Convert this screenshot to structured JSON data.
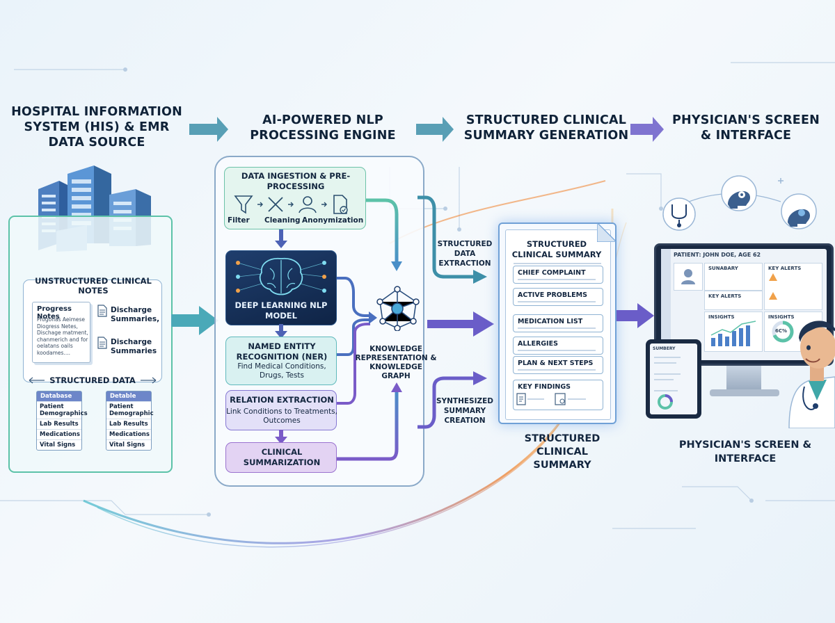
{
  "headers": {
    "his": "HOSPITAL INFORMATION SYSTEM (HIS) & EMR DATA SOURCE",
    "nlp": "AI-POWERED NLP PROCESSING ENGINE",
    "summary_gen": "STRUCTURED CLINICAL SUMMARY GENERATION",
    "physician": "PHYSICIAN'S SCREEN & INTERFACE"
  },
  "his": {
    "unstructured_title": "UNSTRUCTURED CLINICAL NOTES",
    "progress_notes": "Progress Notes",
    "progress_note_lines": [
      "Progonas Aeimese",
      "Diogress Netes,",
      "Dischage matment,",
      "chanmerich and for",
      "oelatans oails",
      "koodames...."
    ],
    "discharge_1": "Discharge Summaries,",
    "discharge_2": "Discharge Summaries",
    "structured_title": "STRUCTURED DATA",
    "table1_header": "Database",
    "table1_rows": [
      "Patient Demographics",
      "Lab Results",
      "Medications",
      "Vital Signs"
    ],
    "table2_header": "Detable",
    "table2_rows": [
      "Patient Demographic",
      "Lab Results",
      "Medications",
      "Vital Signs"
    ]
  },
  "nlp": {
    "ingestion": "DATA INGESTION & PRE-PROCESSING",
    "steps": [
      "Filter",
      "Cleaning",
      "Anonymization"
    ],
    "deep_learning": "DEEP LEARNING NLP MODEL",
    "ner_title": "NAMED ENTITY RECOGNITION (NER)",
    "ner_desc": "Find Medical Conditions, Drugs, Tests",
    "relation_title": "RELATION EXTRACTION",
    "relation_desc": "Link Conditions to Treatments, Outcomes",
    "summarization": "CLINICAL SUMMARIZATION",
    "knowledge": "KNOWLEDGE REPRESENTATION & KNOWLEDGE GRAPH"
  },
  "flow_labels": {
    "structured_extraction": "STRUCTURED DATA EXTRACTION",
    "synthesized": "SYNTHESIZED SUMMARY CREATION"
  },
  "summary_doc": {
    "title": "STRUCTURED CLINICAL SUMMARY",
    "sections": [
      "CHIEF COMPLAINT",
      "ACTIVE PROBLEMS",
      "MEDICATION LIST",
      "ALLERGIES",
      "PLAN & NEXT STEPS",
      "KEY FINDINGS"
    ],
    "caption": "STRUCTURED CLINICAL SUMMARY"
  },
  "physician": {
    "patient": "PATIENT: JOHN DOE, AGE 62",
    "panel_summary": "SUNABARY",
    "panel_key_alerts": "KEY ALERTS",
    "panel_key_alerts_2": "KEY ALERTS",
    "panel_insights": "INSIGHTS",
    "panel_insights_2": "INSIGHTS",
    "gauge_value": "6C%",
    "tablet_title": "SUMBERY",
    "caption": "PHYSICIAN'S SCREEN & INTERFACE"
  }
}
